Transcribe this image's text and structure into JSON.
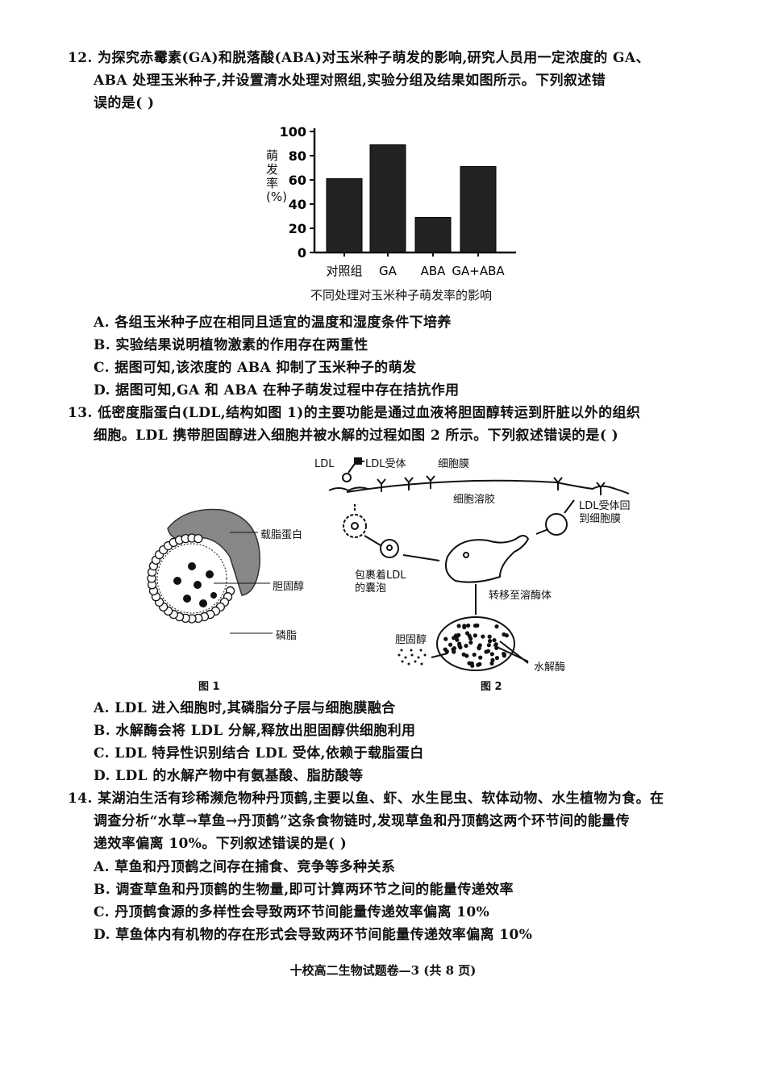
{
  "q12": {
    "lines": [
      "12. 为探究赤霉素(GA)和脱落酸(ABA)对玉米种子萌发的影响,研究人员用一定浓度的 GA、",
      "ABA 处理玉米种子,并设置清水处理对照组,实验分组及结果如图所示。下列叙述错",
      "误的是(      )"
    ],
    "options": [
      "A. 各组玉米种子应在相同且适宜的温度和湿度条件下培养",
      "B. 实验结果说明植物激素的作用存在两重性",
      "C. 据图可知,该浓度的 ABA 抑制了玉米种子的萌发",
      "D. 据图可知,GA 和 ABA 在种子萌发过程中存在拮抗作用"
    ]
  },
  "chart_data": {
    "type": "bar",
    "title": "不同处理对玉米种子萌发率的影响",
    "ylabel": "萌发率(%)",
    "xlabel": "",
    "categories": [
      "对照组",
      "GA",
      "ABA",
      "GA+ABA"
    ],
    "values": [
      61,
      89,
      29,
      71
    ],
    "ylim": [
      0,
      100
    ],
    "yticks": [
      0,
      20,
      40,
      60,
      80,
      100
    ],
    "grid": false,
    "bar_color": "#222222"
  },
  "q13": {
    "lines": [
      "13. 低密度脂蛋白(LDL,结构如图 1)的主要功能是通过血液将胆固醇转运到肝脏以外的组织",
      "细胞。LDL 携带胆固醇进入细胞并被水解的过程如图 2 所示。下列叙述错误的是(      )"
    ],
    "fig1": {
      "caption": "图 1",
      "labels": [
        "载脂蛋白",
        "胆固醇",
        "磷脂"
      ]
    },
    "fig2": {
      "caption": "图 2",
      "ldl": "LDL",
      "receptor": "LDL受体",
      "membrane": "细胞膜",
      "cytosol": "细胞溶胶",
      "return": [
        "LDL受体回",
        "到细胞膜"
      ],
      "vesicle": [
        "包裹着LDL",
        "的囊泡"
      ],
      "transfer": "转移至溶酶体",
      "cholesterol": "胆固醇",
      "enzyme": "水解酶"
    },
    "options": [
      "A. LDL 进入细胞时,其磷脂分子层与细胞膜融合",
      "B. 水解酶会将 LDL 分解,释放出胆固醇供细胞利用",
      "C. LDL 特异性识别结合 LDL 受体,依赖于载脂蛋白",
      "D. LDL 的水解产物中有氨基酸、脂肪酸等"
    ]
  },
  "q14": {
    "lines": [
      "14. 某湖泊生活有珍稀濒危物种丹顶鹤,主要以鱼、虾、水生昆虫、软体动物、水生植物为食。在",
      "调查分析“水草→草鱼→丹顶鹤”这条食物链时,发现草鱼和丹顶鹤这两个环节间的能量传",
      "递效率偏离 10%。下列叙述错误的是(      )"
    ],
    "options": [
      "A. 草鱼和丹顶鹤之间存在捕食、竞争等多种关系",
      "B. 调查草鱼和丹顶鹤的生物量,即可计算两环节之间的能量传递效率",
      "C. 丹顶鹤食源的多样性会导致两环节间能量传递效率偏离 10%",
      "D. 草鱼体内有机物的存在形式会导致两环节间能量传递效率偏离 10%"
    ]
  },
  "footer": "十校高二生物试题卷—3 (共 8 页)"
}
